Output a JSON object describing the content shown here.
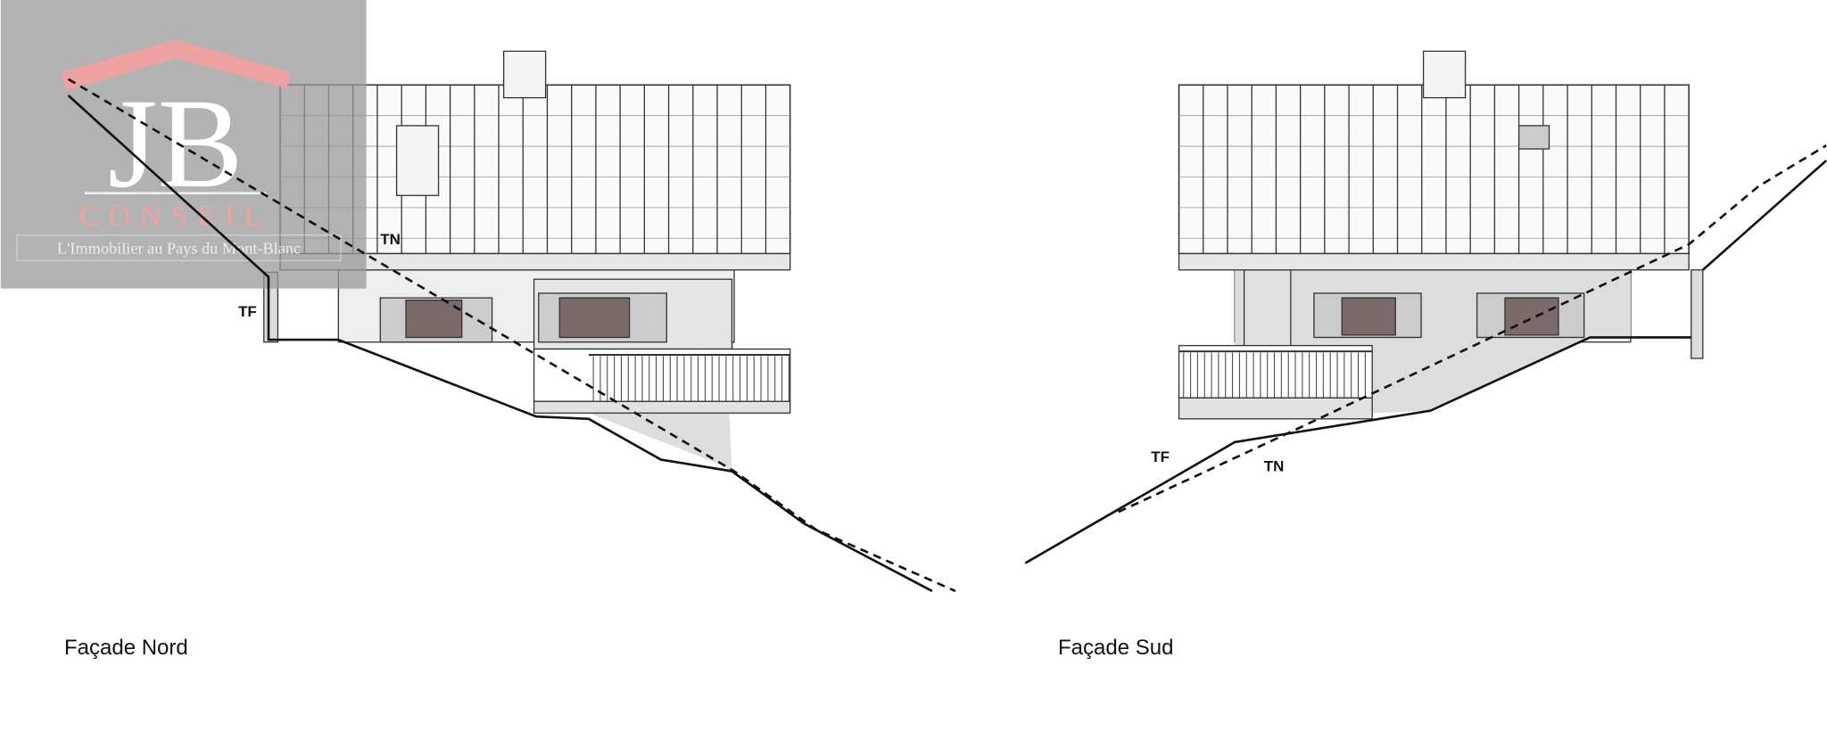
{
  "logo": {
    "initials": "JB",
    "name": "CONSEIL",
    "tagline": "L'Immobilier au Pays du Mont-Blanc",
    "accent": "#f4a0a0"
  },
  "facades": [
    {
      "caption": "Façade Nord",
      "labels": {
        "tn": "TN",
        "tf": "TF"
      }
    },
    {
      "caption": "Façade Sud",
      "labels": {
        "tn": "TN",
        "tf": "TF"
      }
    }
  ]
}
